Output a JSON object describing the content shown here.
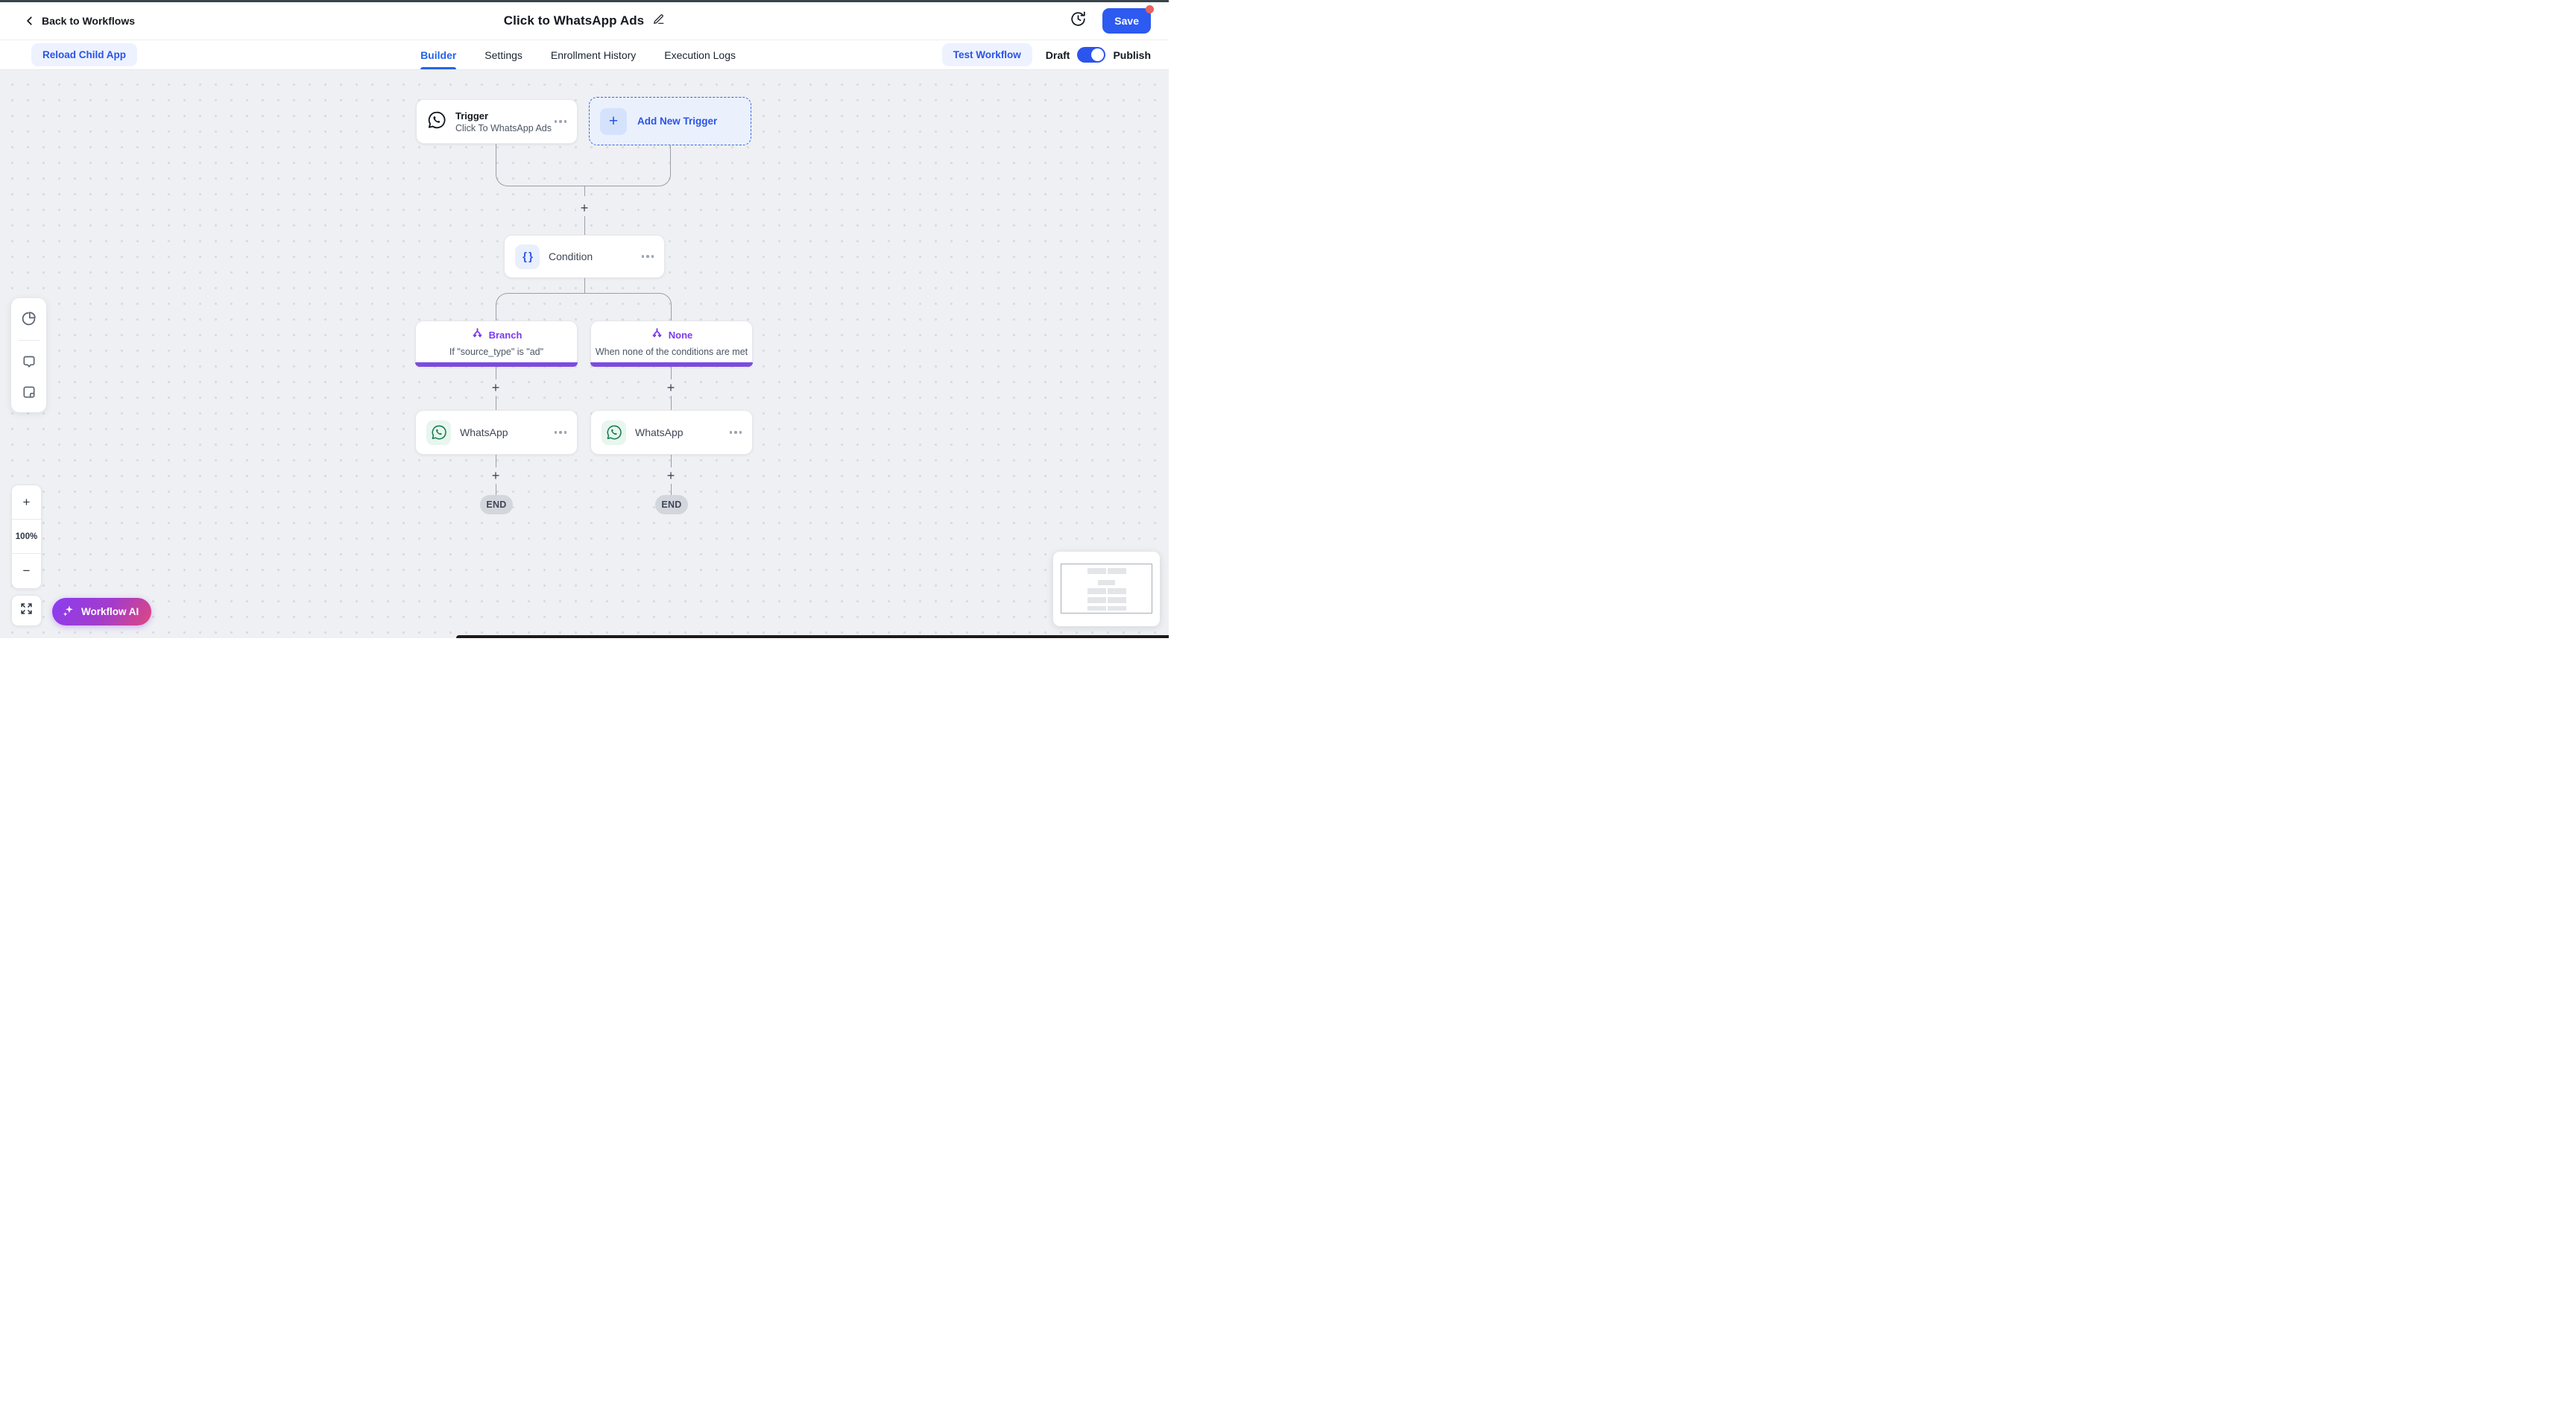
{
  "header": {
    "back_label": "Back to Workflows",
    "title": "Click to WhatsApp Ads",
    "save_label": "Save"
  },
  "toolbar": {
    "reload_label": "Reload Child App",
    "tabs": [
      {
        "label": "Builder"
      },
      {
        "label": "Settings"
      },
      {
        "label": "Enrollment History"
      },
      {
        "label": "Execution Logs"
      }
    ],
    "active_tab": "Builder",
    "test_workflow_label": "Test Workflow",
    "draft_label": "Draft",
    "publish_label": "Publish",
    "publish_toggle_on": true
  },
  "canvas": {
    "trigger": {
      "title": "Trigger",
      "subtitle": "Click To WhatsApp Ads"
    },
    "add_trigger_label": "Add New Trigger",
    "condition": {
      "label": "Condition",
      "icon_glyph": "{ }"
    },
    "branch": {
      "title": "Branch",
      "subtitle": "If \"source_type\" is \"ad\""
    },
    "none_branch": {
      "title": "None",
      "subtitle": "When none of the conditions are met"
    },
    "actions": [
      {
        "label": "WhatsApp"
      },
      {
        "label": "WhatsApp"
      }
    ],
    "end_label": "END",
    "add_step_glyph": "+",
    "add_trigger_plus_glyph": "+"
  },
  "zoom_controls": {
    "zoom_in_glyph": "+",
    "zoom_level": "100%",
    "zoom_out_glyph": "−"
  },
  "workflow_ai_label": "Workflow AI",
  "colors": {
    "primary_blue": "#2D5AF0",
    "link_blue": "#2A53E8",
    "active_tab_blue": "#2563EB",
    "branch_purple": "#7C3AED",
    "branch_accent": "#7C4BE0",
    "whatsapp_green": "#1A7A4D",
    "ai_gradient_start": "#8A3DF2",
    "ai_gradient_end": "#E0487D",
    "unsaved_dot_red": "#E8635B",
    "canvas_bg": "#EEF0F3"
  }
}
